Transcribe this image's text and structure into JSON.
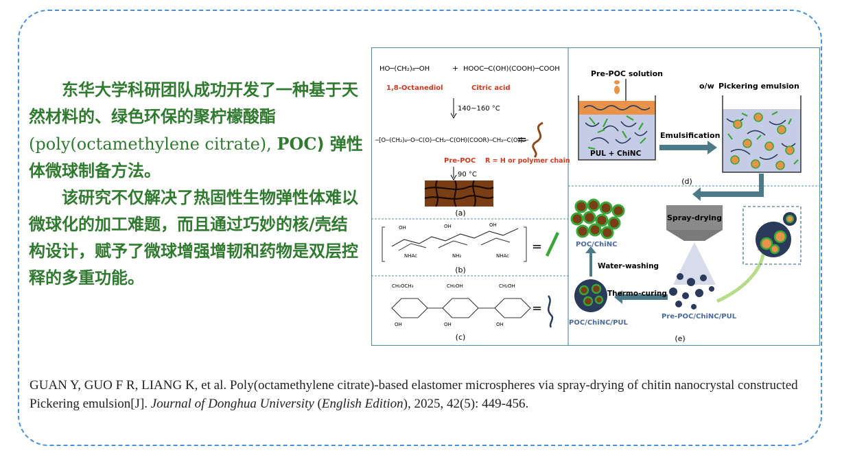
{
  "intro": {
    "line1": "东华大学科研团队成功开发了一种基于天然材料的、绿色环保的聚柠檬酸酯",
    "paren_open": "(",
    "poly_name": "poly(octamethylene citrate), ",
    "abbr": "POC",
    "line3": ") 弹性体微球制备方法。",
    "para2": "该研究不仅解决了热固性生物弹性体难以微球化的加工难题，而且通过巧妙的核/壳结构设计，赋予了微球增强增韧和药物是双层控释的多重功能。"
  },
  "figure": {
    "panel_a": {
      "reactant1": "HO─(CH₂)₈─OH",
      "plus": "+",
      "reactant2": "HOOC─C(OH)(COOH)─COOH",
      "reactant1_name": "1,8-Octanediol",
      "reactant2_name": "Citric acid",
      "step1": "140~160 °C",
      "product_formula": "─[O─(CH₂)₈─O─C(O)─CH₂─C(OH)(COOR)─CH₂─C(O)]ₓ─",
      "equals": "=",
      "pre_poc": "Pre-POC",
      "r_def": "R = H or polymer chain",
      "step2": "90 °C",
      "label": "(a)"
    },
    "panel_b": {
      "label": "(b)",
      "equals": "="
    },
    "panel_c": {
      "label": "(c)",
      "equals": "="
    },
    "panel_d": {
      "pre_poc_solution": "Pre-POC solution",
      "emulsion_type": "o/w",
      "pickering": "Pickering emulsion",
      "pul_chinc": "PUL + ChiNC",
      "emulsification": "Emulsification",
      "label": "(d)"
    },
    "panel_e": {
      "spray_drying": "Spray-drying",
      "poc_chinc": "POC/ChiNC",
      "water_washing": "Water-washing",
      "thermo_curing": "Thermo-curing",
      "poc_chinc_pul": "POC/ChiNC/PUL",
      "pre_poc_chinc_pul": "Pre-POC/ChiNC/PUL",
      "label": "(e)"
    },
    "colors": {
      "frame": "#5a8fa0",
      "arrow": "#4d7a88",
      "green_text": "#2f7a2f",
      "red_text": "#d2381e"
    }
  },
  "citation": {
    "authors_title": "GUAN Y, GUO F R, LIANG K, et al. Poly(octamethylene citrate)-based elastomer microspheres via spray-drying of chitin nanocrystal constructed Pickering emulsion[J]. ",
    "journal": "Journal of Donghua University",
    "paren_open": " (",
    "edition": "English Edition",
    "details": "), 2025, 42(5): 449-456."
  }
}
